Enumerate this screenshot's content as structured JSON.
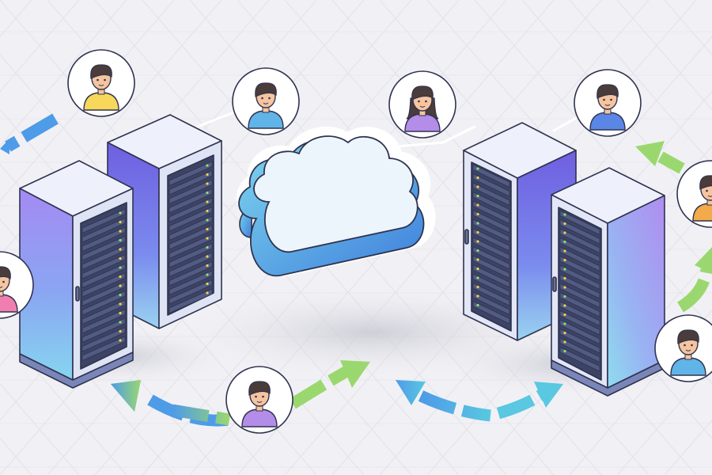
{
  "colors": {
    "background": "#f1f1f5",
    "grid_line": "#e3e3ea",
    "rack_purple": "#9b7cf0",
    "rack_blue": "#6f86f2",
    "rack_cyan": "#7fd3ee",
    "rack_outline": "#2f3350",
    "rack_panel": "#3c4364",
    "led_yellow": "#f2d24a",
    "led_green": "#8be07a",
    "cloud_blue": "#4f8fe3",
    "cloud_cyan": "#79d4ee",
    "cloud_face": "#edf5fc",
    "arrow_blue": "#4e9be8",
    "arrow_cyan": "#59c8e0",
    "arrow_green": "#9ad86f",
    "shirt_yellow": "#f7d85a",
    "shirt_blue": "#61b4e8",
    "shirt_purple": "#b48de8",
    "shirt_royal": "#5a86e6",
    "shirt_orange": "#f2aa4a",
    "shirt_pink": "#f07fb0",
    "skin": "#f6c49e",
    "hair_dark": "#4a3c3a"
  },
  "icons": {
    "server": "server-rack-icon",
    "cloud": "cloud-icon",
    "user": "user-avatar-icon",
    "arrow": "arrow-icon"
  },
  "diagram": {
    "server_clusters": [
      "left",
      "right"
    ],
    "racks_per_cluster": 2,
    "central_node": "cloud",
    "user_avatars": [
      {
        "shirt": "yellow",
        "hair": "dark"
      },
      {
        "shirt": "blue",
        "hair": "dark"
      },
      {
        "shirt": "purple",
        "hair": "long-dark"
      },
      {
        "shirt": "royal-blue",
        "hair": "dark"
      },
      {
        "shirt": "orange",
        "hair": "dark"
      },
      {
        "shirt": "pink",
        "hair": "dark"
      },
      {
        "shirt": "blue",
        "hair": "dark"
      },
      {
        "shirt": "purple",
        "hair": "dark"
      }
    ],
    "flow_arrows": [
      {
        "direction": "left",
        "gradient": "blue-green"
      },
      {
        "direction": "right",
        "gradient": "green"
      },
      {
        "direction": "left",
        "gradient": "blue-cyan"
      },
      {
        "direction": "right",
        "gradient": "cyan"
      },
      {
        "direction": "up-left",
        "gradient": "green"
      },
      {
        "direction": "up",
        "gradient": "green"
      },
      {
        "direction": "left",
        "gradient": "blue"
      }
    ]
  }
}
